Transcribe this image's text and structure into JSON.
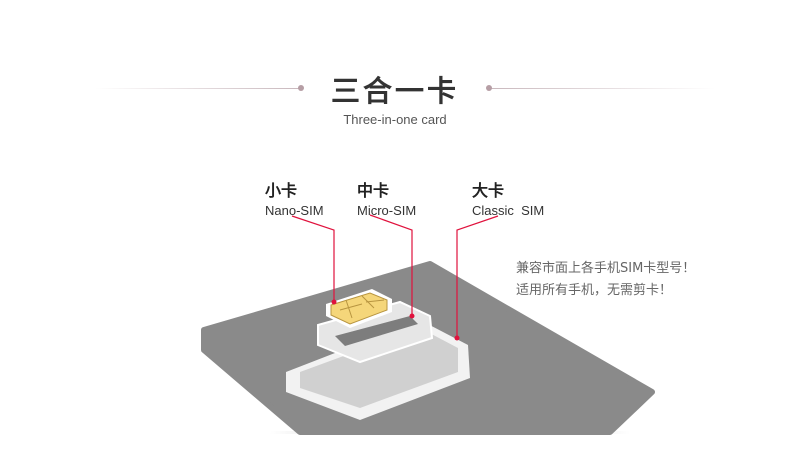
{
  "header": {
    "title": "三合一卡",
    "subtitle": "Three-in-one card"
  },
  "labels": [
    {
      "cn": "小卡",
      "en": "Nano-SIM"
    },
    {
      "cn": "中卡",
      "en": "Micro-SIM"
    },
    {
      "cn": "大卡",
      "en": "Classic  SIM"
    }
  ],
  "note": {
    "line1": "兼容市面上各手机SIM卡型号！",
    "line2": "适用所有手机，无需剪卡！"
  },
  "colors": {
    "accent": "#e0123d",
    "card": "#8a8a8a",
    "chip": "#f5d67a"
  }
}
